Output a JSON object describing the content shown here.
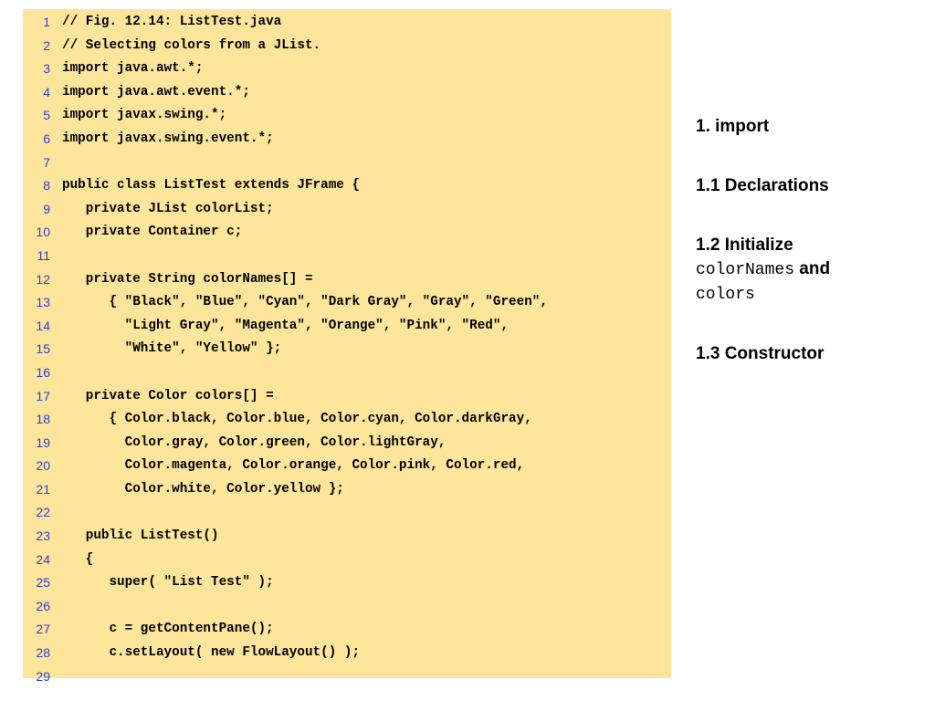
{
  "code": {
    "lines": [
      {
        "num": "1",
        "text": "// Fig. 12.14: ListTest.java"
      },
      {
        "num": "2",
        "text": "// Selecting colors from a JList."
      },
      {
        "num": "3",
        "text": "import java.awt.*;"
      },
      {
        "num": "4",
        "text": "import java.awt.event.*;"
      },
      {
        "num": "5",
        "text": "import javax.swing.*;"
      },
      {
        "num": "6",
        "text": "import javax.swing.event.*;"
      },
      {
        "num": "7",
        "text": ""
      },
      {
        "num": "8",
        "text": "public class ListTest extends JFrame {"
      },
      {
        "num": "9",
        "text": "   private JList colorList;"
      },
      {
        "num": "10",
        "text": "   private Container c;"
      },
      {
        "num": "11",
        "text": ""
      },
      {
        "num": "12",
        "text": "   private String colorNames[] ="
      },
      {
        "num": "13",
        "text": "      { \"Black\", \"Blue\", \"Cyan\", \"Dark Gray\", \"Gray\", \"Green\","
      },
      {
        "num": "14",
        "text": "        \"Light Gray\", \"Magenta\", \"Orange\", \"Pink\", \"Red\","
      },
      {
        "num": "15",
        "text": "        \"White\", \"Yellow\" };"
      },
      {
        "num": "16",
        "text": ""
      },
      {
        "num": "17",
        "text": "   private Color colors[] ="
      },
      {
        "num": "18",
        "text": "      { Color.black, Color.blue, Color.cyan, Color.darkGray,"
      },
      {
        "num": "19",
        "text": "        Color.gray, Color.green, Color.lightGray,"
      },
      {
        "num": "20",
        "text": "        Color.magenta, Color.orange, Color.pink, Color.red,"
      },
      {
        "num": "21",
        "text": "        Color.white, Color.yellow };"
      },
      {
        "num": "22",
        "text": ""
      },
      {
        "num": "23",
        "text": "   public ListTest()"
      },
      {
        "num": "24",
        "text": "   {"
      },
      {
        "num": "25",
        "text": "      super( \"List Test\" );"
      },
      {
        "num": "26",
        "text": ""
      },
      {
        "num": "27",
        "text": "      c = getContentPane();"
      },
      {
        "num": "28",
        "text": "      c.setLayout( new FlowLayout() );"
      },
      {
        "num": "29",
        "text": ""
      }
    ]
  },
  "notes": {
    "note1": "1. import",
    "note2": "1.1 Declarations",
    "note3": {
      "prefix": "1.2 Initialize",
      "code1": "colorNames",
      "joiner": " and",
      "code2": "colors"
    },
    "note4": "1.3 Constructor"
  },
  "colors": {
    "panel_background": "#fde59b",
    "line_number": "#2b3fd6",
    "code_text": "#000000"
  }
}
